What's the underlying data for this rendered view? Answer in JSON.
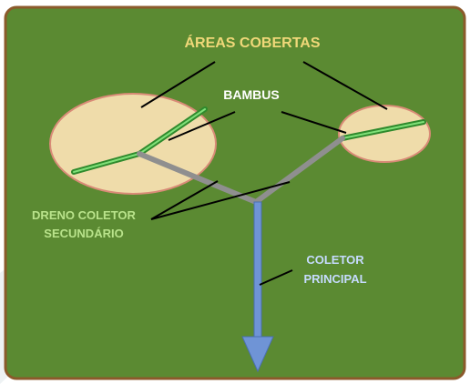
{
  "labels": {
    "areas_cobertas": "ÁREAS COBERTAS",
    "bambus": "BAMBUS",
    "dreno_line1": "DRENO COLETOR",
    "dreno_line2": "SECUNDÁRIO",
    "coletor_line1": "COLETOR",
    "coletor_line2": "PRINCIPAL"
  },
  "colors": {
    "field_green": "#5b8a32",
    "panel_border": "#8b5a2b",
    "area_fill": "#efdcaa",
    "area_border": "#d98b77",
    "bamboo": "#3fb23b",
    "drain_gray": "#8f8f8f",
    "collector_blue": "#6f94d6",
    "title_yellow": "#f0d879",
    "label_white": "#ffffff",
    "label_lightgreen": "#b9e38b",
    "label_lightblue": "#c6dbff"
  }
}
